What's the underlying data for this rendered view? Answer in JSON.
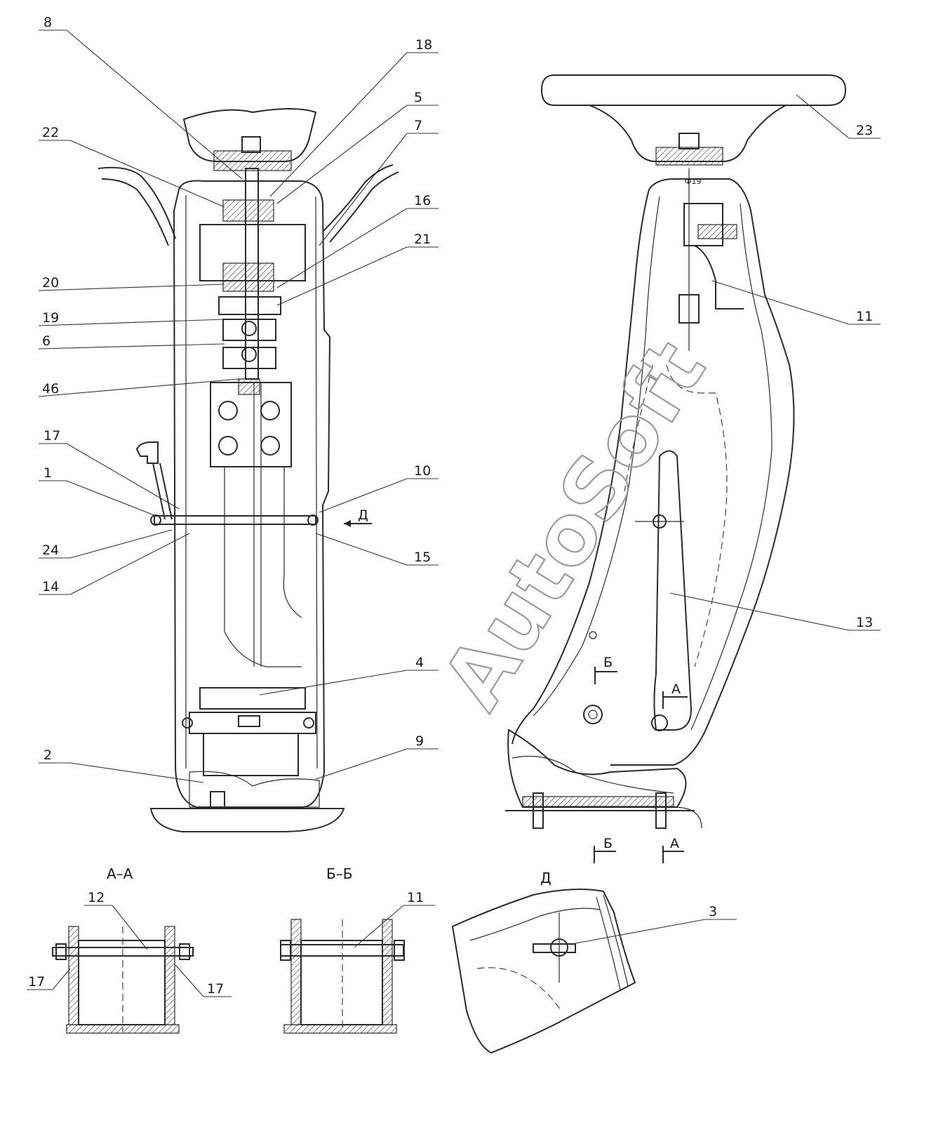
{
  "watermark": "AutoSoft",
  "section_titles": {
    "aa": "А–А",
    "bb": "Б–Б",
    "d_view": "Д"
  },
  "view_markers": {
    "d_arrow": "Д",
    "b_cut": "Б",
    "a_cut": "А",
    "b_bottom": "Б",
    "a_bottom": "А"
  },
  "dimension_text": "Ф19",
  "callouts": {
    "front_view": [
      {
        "id": "8",
        "text": "8"
      },
      {
        "id": "18",
        "text": "18"
      },
      {
        "id": "5",
        "text": "5"
      },
      {
        "id": "7",
        "text": "7"
      },
      {
        "id": "22",
        "text": "22"
      },
      {
        "id": "16",
        "text": "16"
      },
      {
        "id": "21",
        "text": "21"
      },
      {
        "id": "20",
        "text": "20"
      },
      {
        "id": "19",
        "text": "19"
      },
      {
        "id": "6",
        "text": "6"
      },
      {
        "id": "46",
        "text": "46"
      },
      {
        "id": "17",
        "text": "17"
      },
      {
        "id": "1",
        "text": "1"
      },
      {
        "id": "10",
        "text": "10"
      },
      {
        "id": "24",
        "text": "24"
      },
      {
        "id": "15",
        "text": "15"
      },
      {
        "id": "14",
        "text": "14"
      },
      {
        "id": "4",
        "text": "4"
      },
      {
        "id": "2",
        "text": "2"
      },
      {
        "id": "9",
        "text": "9"
      }
    ],
    "side_view": [
      {
        "id": "23",
        "text": "23"
      },
      {
        "id": "11",
        "text": "11"
      },
      {
        "id": "13",
        "text": "13"
      }
    ],
    "section_aa": [
      {
        "id": "12",
        "text": "12"
      },
      {
        "id": "17L",
        "text": "17"
      },
      {
        "id": "17R",
        "text": "17"
      }
    ],
    "section_bb": [
      {
        "id": "11b",
        "text": "11"
      }
    ],
    "view_d": [
      {
        "id": "3",
        "text": "3"
      }
    ]
  }
}
